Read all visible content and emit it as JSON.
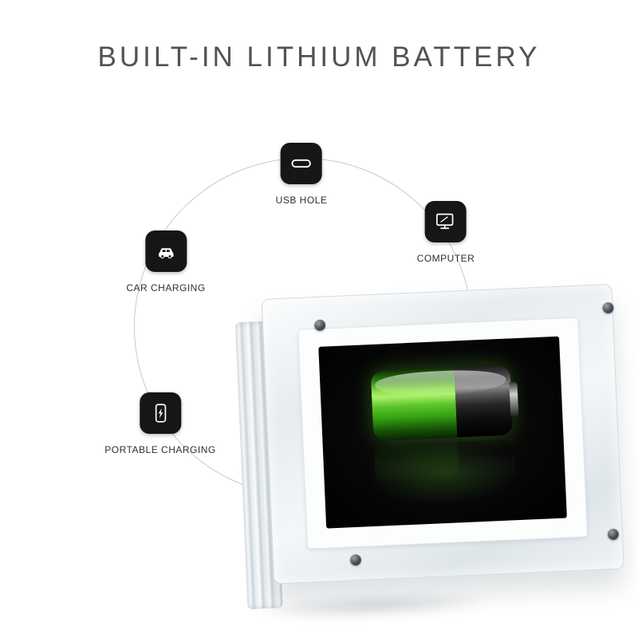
{
  "title": "BUILT-IN LITHIUM BATTERY",
  "features": [
    {
      "id": "usb",
      "label": "USB HOLE",
      "icon": "usb-c-port-icon"
    },
    {
      "id": "computer",
      "label": "COMPUTER",
      "icon": "monitor-icon"
    },
    {
      "id": "car",
      "label": "CAR CHARGING",
      "icon": "car-icon"
    },
    {
      "id": "portable",
      "label": "PORTABLE CHARGING",
      "icon": "power-bank-icon"
    }
  ],
  "product": {
    "screen_content": "battery-level-indicator",
    "battery_fill_percent": 60
  },
  "colors": {
    "icon_background": "#161616",
    "title_text": "#525252",
    "label_text": "#2f2f2f",
    "battery_green": "#5cc62a",
    "screen_black": "#060606",
    "circle_stroke": "#c9c9c9"
  }
}
